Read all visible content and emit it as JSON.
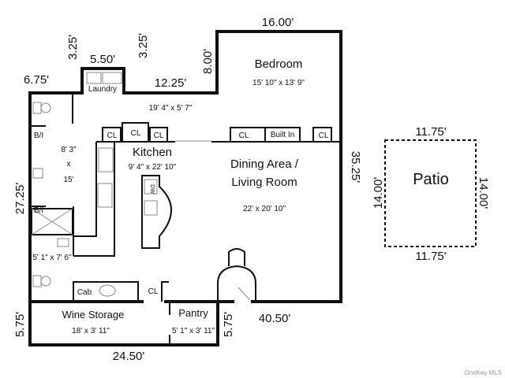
{
  "dimensions": {
    "laundry_left": "3.25'",
    "laundry_top": "5.50'",
    "laundry_right": "3.25'",
    "top_left": "6.75'",
    "top_mid": "12.25'",
    "bedroom_left": "8.00'",
    "bedroom_top": "16.00'",
    "right": "35.25'",
    "left": "27.25'",
    "bottom_left": "5.75'",
    "bottom_mid": "5.75'",
    "bottom_width": "24.50'",
    "bottom_right": "40.50'"
  },
  "rooms": {
    "laundry": "Laundry",
    "bedroom": "Bedroom",
    "bedroom_size": "15' 10\" x 13' 9\"",
    "hall_size": "19' 4\" x 5' 7\"",
    "closet": "CL",
    "built_in": "Built In",
    "bi": "B/I",
    "bath_w": "8' 3\"",
    "bath_x": "x",
    "bath_h": "15'",
    "kitchen": "Kitchen",
    "kitchen_size": "9' 4\" x 22' 10\"",
    "dw": "DW",
    "dining_1": "Dining Area /",
    "dining_2": "Living Room",
    "dining_size": "22' x 20' 10\"",
    "half_bath_size": "5' 1\" x 7' 6\"",
    "cab": "Cab",
    "wine": "Wine Storage",
    "wine_size": "18' x 3' 11\"",
    "pantry": "Pantry",
    "pantry_size": "5' 1\" x 3' 11\""
  },
  "patio": {
    "label": "Patio",
    "top": "11.75'",
    "bottom": "11.75'",
    "left": "14.00'",
    "right": "14.00'"
  },
  "watermark": "OneKey MLS"
}
